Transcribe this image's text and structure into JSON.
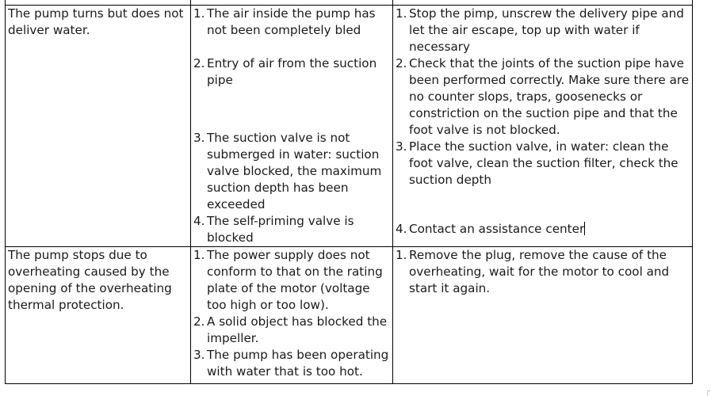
{
  "table": {
    "rows": [
      {
        "symptom": "The pump turns but does not deliver water.",
        "causes": [
          {
            "num": "1.",
            "text": "The air inside the pump has not been completely bled"
          },
          {
            "num": "2.",
            "text": "Entry of air from the suction pipe"
          },
          {
            "num": "3.",
            "text": "The suction valve is not submerged in water: suction valve blocked, the maximum suction depth has been exceeded"
          },
          {
            "num": "4.",
            "text": "The self-priming valve is blocked"
          }
        ],
        "remedies": [
          {
            "num": "1.",
            "text": "Stop the pimp, unscrew the delivery pipe and let the air escape, top up with water if necessary"
          },
          {
            "num": "2.",
            "text": "Check that the joints of the suction pipe have been performed correctly. Make sure there are no counter slops, traps, goosenecks or constriction on the suction pipe and that the foot valve is not blocked."
          },
          {
            "num": "3.",
            "text": "Place the suction valve, in water: clean the foot valve, clean the suction filter, check the suction depth"
          },
          {
            "num": "4.",
            "text": "Contact an assistance center"
          }
        ]
      },
      {
        "symptom": "The pump stops due to overheating caused by the opening of the overheating thermal protection.",
        "causes": [
          {
            "num": "1.",
            "text": "The power supply does not conform to that on the rating plate of the motor (voltage too high or too low)."
          },
          {
            "num": "2.",
            "text": "A solid object has blocked the impeller."
          },
          {
            "num": "3.",
            "text": "The pump has been operating with water that is too hot."
          }
        ],
        "remedies": [
          {
            "num": "1.",
            "text": "Remove the plug, remove the cause of the overheating, wait for the motor to cool and start it again."
          }
        ]
      }
    ]
  }
}
